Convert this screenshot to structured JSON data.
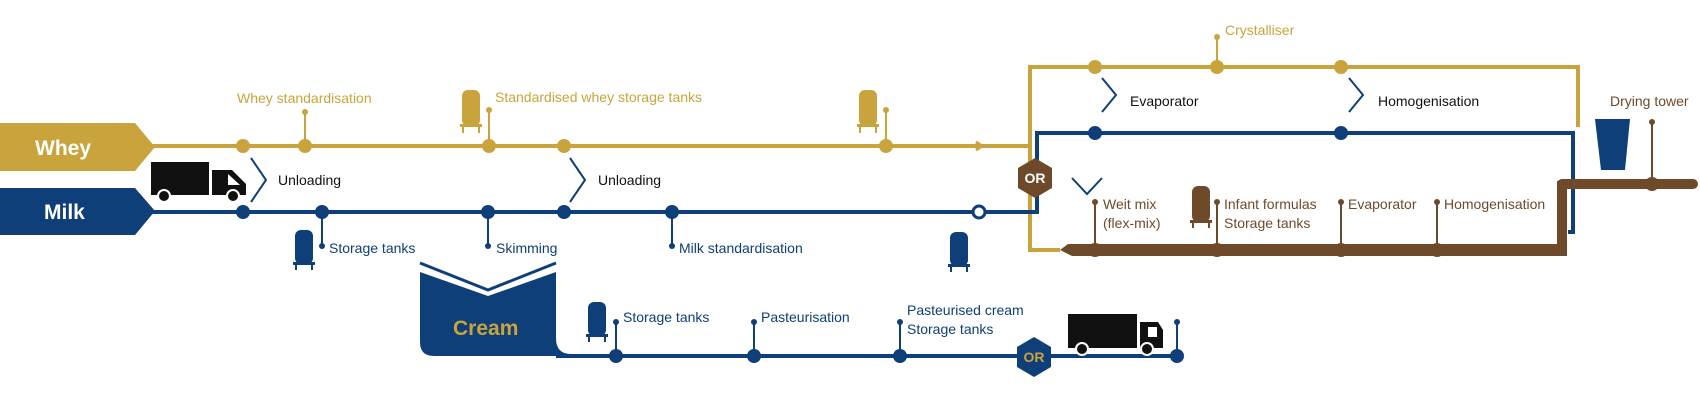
{
  "streams": {
    "whey": "Whey",
    "milk": "Milk",
    "cream": "Cream"
  },
  "labels": {
    "whey_standardisation": "Whey standardisation",
    "standardised_whey_storage_tanks": "Standardised whey storage tanks",
    "crystalliser": "Crystalliser",
    "evaporator_top": "Evaporator",
    "homogenisation_top": "Homogenisation",
    "drying_tower": "Drying tower",
    "unloading_1": "Unloading",
    "unloading_2": "Unloading",
    "storage_tanks_milk": "Storage tanks",
    "skimming": "Skimming",
    "milk_standardisation": "Milk standardisation",
    "wet_mix_line1": "Weit mix",
    "wet_mix_line2": "(flex-mix)",
    "infant_formulas_line1": "Infant formulas",
    "infant_formulas_line2": "Storage tanks",
    "evaporator_bottom": "Evaporator",
    "homogenisation_bottom": "Homogenisation",
    "storage_tanks_cream": "Storage tanks",
    "pasteurisation": "Pasteurisation",
    "pasteurised_cream_line1": "Pasteurised cream",
    "pasteurised_cream_line2": "Storage tanks",
    "or_1": "OR",
    "or_2": "OR"
  },
  "colors": {
    "whey": "#c9a43c",
    "milk": "#0f3f78",
    "product": "#6e4a2b",
    "truck": "#111111"
  },
  "icons": [
    "truck-icon",
    "storage-tank-icon",
    "chevron-icon",
    "or-hexagon-icon",
    "drying-tower-icon"
  ]
}
